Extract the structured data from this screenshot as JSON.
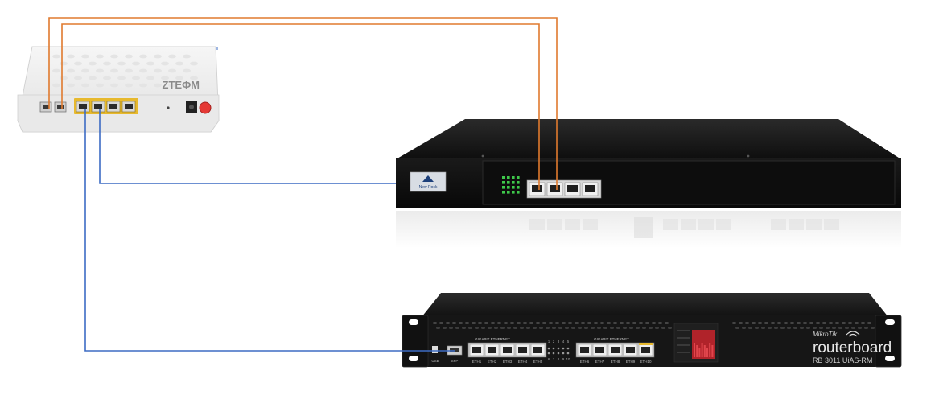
{
  "colors": {
    "phone_cable": "#e07a2e",
    "lan_cable": "#3d6cc4",
    "ont_body": "#ededed",
    "ont_port_yellow": "#e7b92e",
    "power_button": "#e53935",
    "gateway_body": "#151515",
    "router_body": "#161616",
    "router_led_panel": "#b0232a",
    "led_green": "#3ec84a"
  },
  "ont": {
    "brand": "ZTEФM",
    "lan_port_count": 4,
    "phone_port_count": 2
  },
  "voip_gateway": {
    "brand": "New Rock",
    "port_count": 4
  },
  "router": {
    "brand": "MikroTik",
    "model_line": "routerboard",
    "model": "RB 3011 UiAS-RM",
    "group_left": "GIGABIT ETHERNET",
    "group_right": "GIGABIT ETHERNET",
    "usb_label": "USB",
    "sfp_label": "SFP",
    "port_labels_left": [
      "ETH1",
      "ETH2",
      "ETH3",
      "ETH4",
      "ETH5"
    ],
    "port_labels_right": [
      "ETH6",
      "ETH7",
      "ETH8",
      "ETH9",
      "ETH10"
    ],
    "led_numbers_top": [
      "1",
      "2",
      "3",
      "4",
      "5"
    ],
    "led_numbers_bottom": [
      "6",
      "7",
      "8",
      "9",
      "10"
    ]
  },
  "connections": [
    {
      "from": "ont-phone-port-1",
      "to": "gateway-port-2",
      "type": "phone",
      "color_key": "phone_cable"
    },
    {
      "from": "ont-phone-port-2",
      "to": "gateway-port-1",
      "type": "phone",
      "color_key": "phone_cable"
    },
    {
      "from": "ont-lan-port-2",
      "to": "gateway-lan",
      "type": "lan",
      "color_key": "lan_cable"
    },
    {
      "from": "ont-lan-port-1",
      "to": "router-sfp",
      "type": "lan",
      "color_key": "lan_cable"
    }
  ]
}
